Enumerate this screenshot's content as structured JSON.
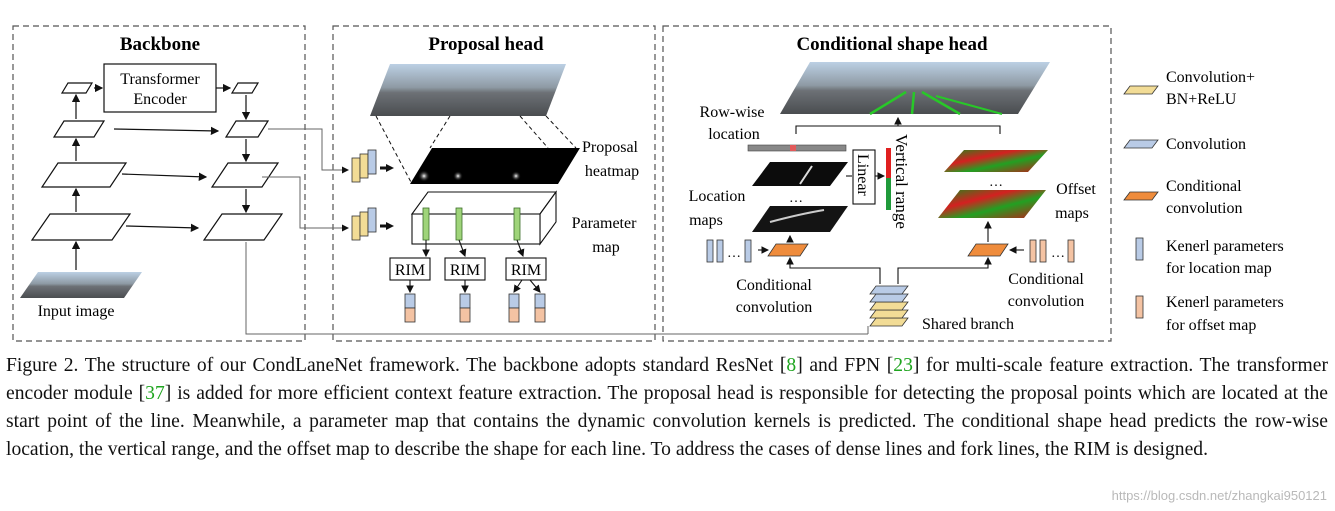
{
  "sections": {
    "backbone": "Backbone",
    "proposal_head": "Proposal head",
    "conditional_shape_head": "Conditional shape head"
  },
  "backbone": {
    "transformer_line1": "Transformer",
    "transformer_line2": "Encoder",
    "input_image": "Input image"
  },
  "proposal": {
    "heatmap_line1": "Proposal",
    "heatmap_line2": "heatmap",
    "param_line1": "Parameter",
    "param_line2": "map",
    "rim": "RIM"
  },
  "shape_head": {
    "rowwise_line1": "Row-wise",
    "rowwise_line2": "location",
    "location_line1": "Location",
    "location_line2": "maps",
    "linear": "Linear",
    "vertical_range": "Vertical range",
    "offset_line1": "Offset",
    "offset_line2": "maps",
    "cond_line1": "Conditional",
    "cond_line2": "convolution",
    "shared_branch": "Shared branch",
    "dots": "…"
  },
  "legend": {
    "conv_bn_line1": "Convolution+",
    "conv_bn_line2": "BN+ReLU",
    "conv": "Convolution",
    "cond_conv_line1": "Conditional",
    "cond_conv_line2": "convolution",
    "kernel_loc_line1": "Kenerl parameters",
    "kernel_loc_line2": "for location map",
    "kernel_off_line1": "Kenerl parameters",
    "kernel_off_line2": "for offset map"
  },
  "caption": {
    "p1": "Figure 2. The structure of our CondLaneNet framework. The backbone adopts standard ResNet [",
    "ref1": "8",
    "p2": "] and FPN [",
    "ref2": "23",
    "p3": "] for multi-scale feature extraction. The transformer encoder module [",
    "ref3": "37",
    "p4": "] is added for more efficient context feature extraction. The proposal head is responsible for detecting the proposal points which are located at the start point of the line. Meanwhile, a parameter map that contains the dynamic convolution kernels is predicted. The conditional shape head predicts the row-wise location, the vertical range, and the offset map to describe the shape for each line. To address the cases of dense lines and fork lines, the RIM is designed."
  },
  "watermark": "https://blog.csdn.net/zhangkai950121",
  "colors": {
    "conv_bn": "#f2dc96",
    "conv": "#b9cbe6",
    "cond_conv": "#ef8c3c",
    "kernel_loc": "#b9cbe6",
    "kernel_off": "#f4c3a3",
    "param_kernel": "#9fd47a",
    "vertical_red": "#e02020",
    "vertical_green": "#1f9a3a"
  }
}
